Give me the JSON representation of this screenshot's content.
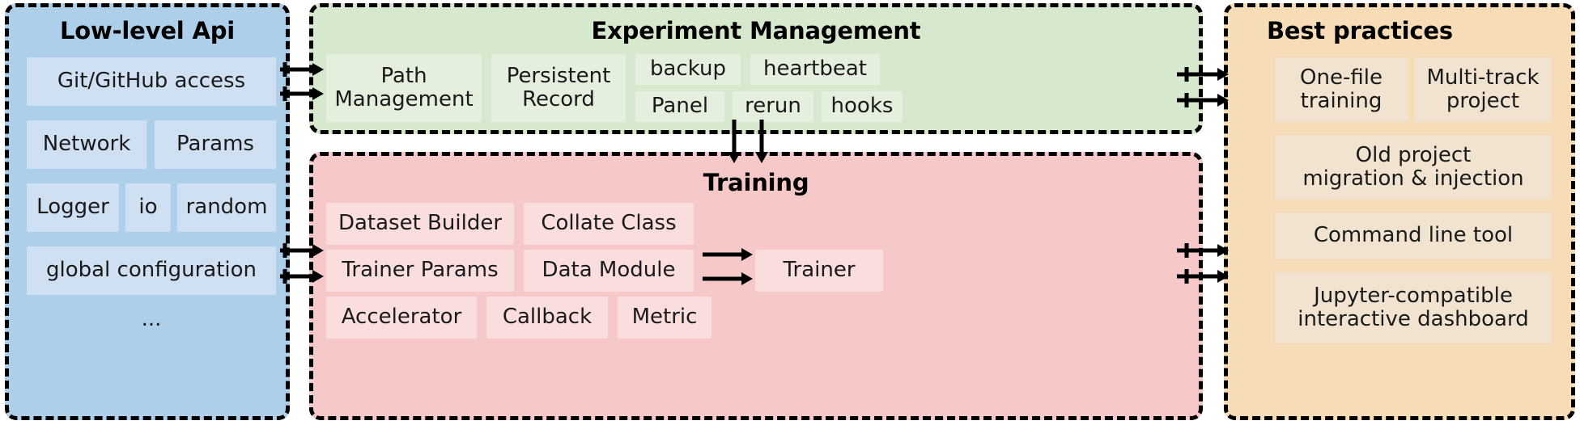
{
  "diagram": {
    "title_low_level_api": "Low-level Api",
    "title_experiment_management": "Experiment Management",
    "title_training": "Training",
    "title_best_practices": "Best practices",
    "colors": {
      "panel_blue": "#aecfe9",
      "panel_green": "#d6e8cd",
      "panel_red": "#f6c9c8",
      "panel_orange": "#f6dcb7",
      "chip_blue": "#cfe0f2",
      "chip_green": "#e4efdd",
      "chip_red": "#f9dedd",
      "chip_orange": "#f1e3cf",
      "outline": "#000000",
      "text": "#1a1a1a"
    }
  },
  "low_level_api": {
    "title": "Low-level Api",
    "items": [
      "Git/GitHub access",
      "Network",
      "Params",
      "Logger",
      "io",
      "random",
      "global configuration",
      "..."
    ]
  },
  "experiment_management": {
    "title": "Experiment Management",
    "items": [
      "Path\nManagement",
      "Persistent\nRecord",
      "backup",
      "heartbeat",
      "Panel",
      "rerun",
      "hooks"
    ]
  },
  "training": {
    "title": "Training",
    "items": [
      "Dataset Builder",
      "Collate Class",
      "Trainer Params",
      "Data Module",
      "Trainer",
      "Accelerator",
      "Callback",
      "Metric"
    ]
  },
  "best_practices": {
    "title": "Best practices",
    "items": [
      "One-file\ntraining",
      "Multi-track\nproject",
      "Old project\nmigration & injection",
      "Command line tool",
      "Jupyter-compatible\ninteractive dashboard"
    ]
  },
  "arrows": [
    {
      "name": "api-to-experiment-upper",
      "direction": "right"
    },
    {
      "name": "api-to-experiment-lower",
      "direction": "right"
    },
    {
      "name": "experiment-to-best-practices-upper",
      "direction": "right"
    },
    {
      "name": "experiment-to-best-practices-lower",
      "direction": "right"
    },
    {
      "name": "experiment-to-training-left",
      "direction": "down"
    },
    {
      "name": "experiment-to-training-right",
      "direction": "down"
    },
    {
      "name": "api-to-training-upper",
      "direction": "right"
    },
    {
      "name": "api-to-training-lower",
      "direction": "right"
    },
    {
      "name": "data-module-to-trainer-upper",
      "direction": "right"
    },
    {
      "name": "data-module-to-trainer-lower",
      "direction": "right"
    },
    {
      "name": "training-to-best-practices-upper",
      "direction": "right"
    },
    {
      "name": "training-to-best-practices-lower",
      "direction": "right"
    }
  ]
}
